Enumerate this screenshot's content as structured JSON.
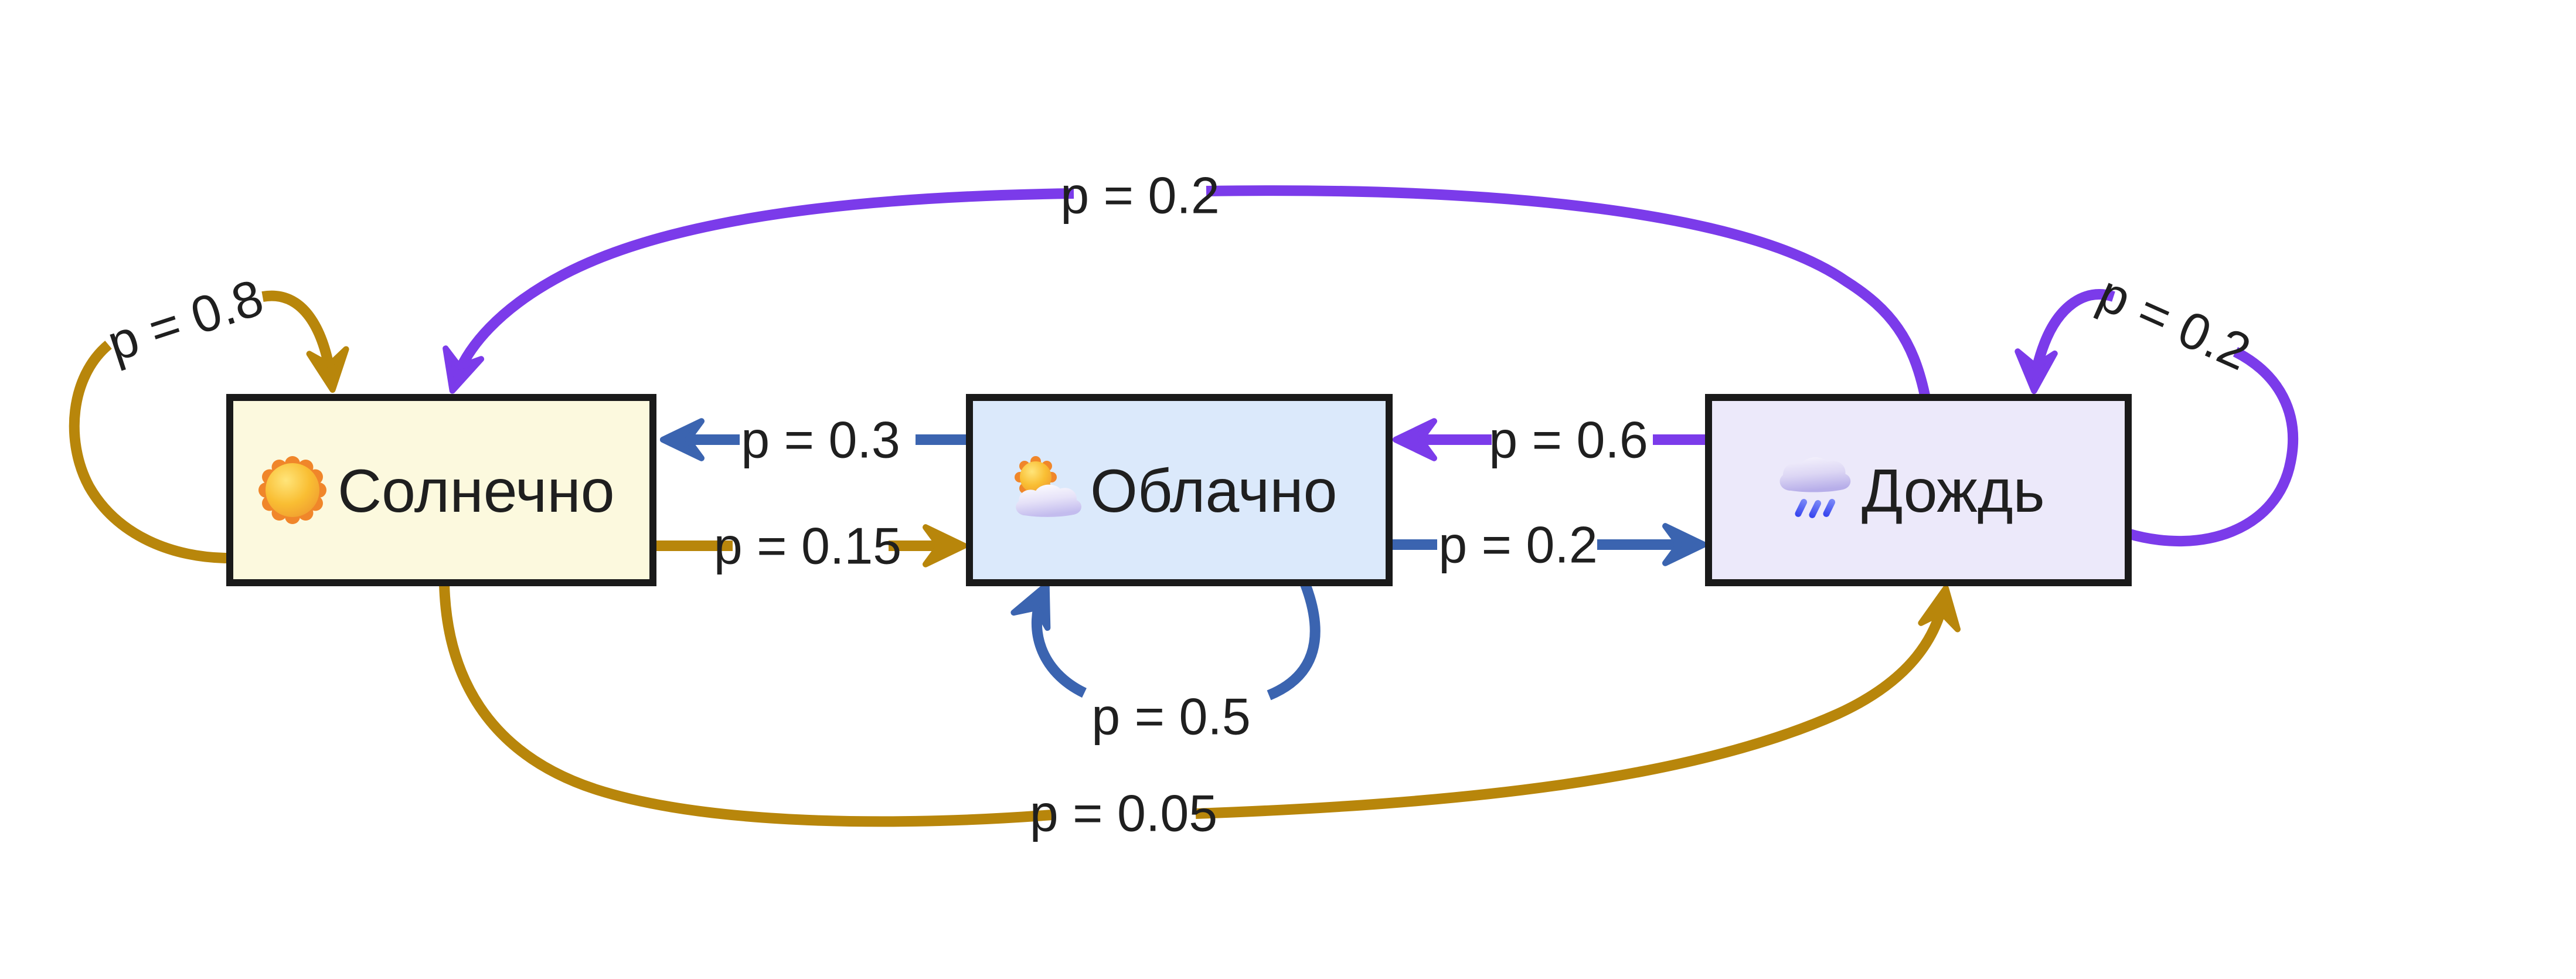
{
  "diagram": {
    "type": "markov-chain-state-diagram",
    "background": "#FFFFFF",
    "states": [
      {
        "id": "sunny",
        "label": "Солнечно",
        "icon": "sun-icon",
        "fill": "#FCF9DE"
      },
      {
        "id": "cloudy",
        "label": "Облачно",
        "icon": "sun-behind-cloud-icon",
        "fill": "#DBE9FB"
      },
      {
        "id": "rain",
        "label": "Дождь",
        "icon": "rain-cloud-icon",
        "fill": "#ECE9FA"
      }
    ],
    "colors": {
      "sunny_arrows": "#B8860B",
      "cloudy_arrows": "#3B64B0",
      "rain_arrows": "#7B3BEA",
      "box_border": "#1A1A1A",
      "text": "#1F1F1F"
    },
    "transitions": [
      {
        "from": "Солнечно",
        "to": "Солнечно",
        "label": "p = 0.8"
      },
      {
        "from": "Солнечно",
        "to": "Облачно",
        "label": "p = 0.15"
      },
      {
        "from": "Солнечно",
        "to": "Дождь",
        "label": "p = 0.05"
      },
      {
        "from": "Облачно",
        "to": "Солнечно",
        "label": "p = 0.3"
      },
      {
        "from": "Облачно",
        "to": "Облачно",
        "label": "p = 0.5"
      },
      {
        "from": "Облачно",
        "to": "Дождь",
        "label": "p = 0.2"
      },
      {
        "from": "Дождь",
        "to": "Облачно",
        "label": "p = 0.6"
      },
      {
        "from": "Дождь",
        "to": "Дождь",
        "label": "p = 0.2"
      },
      {
        "from": "Дождь",
        "to": "Солнечно",
        "label": "p = 0.2"
      }
    ]
  }
}
